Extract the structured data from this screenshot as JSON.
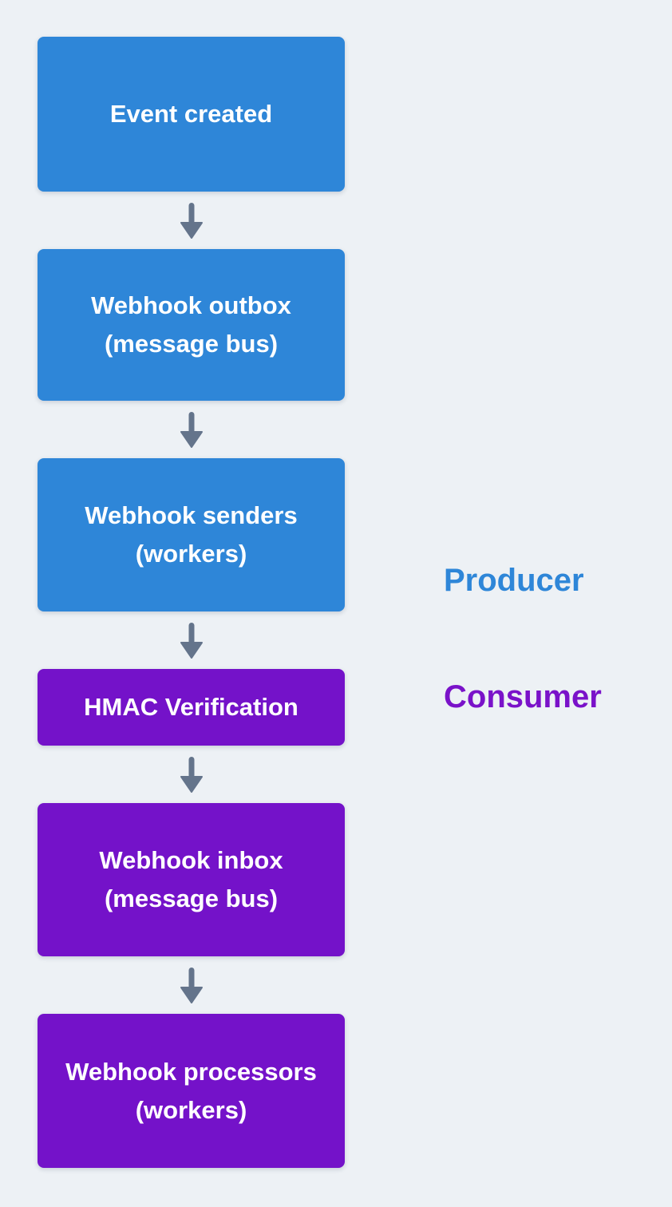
{
  "colors": {
    "background": "#edf1f5",
    "producer_box": "#2e86d8",
    "consumer_box": "#7412c9",
    "arrow": "#64748b",
    "producer_label": "#2e86d8",
    "consumer_label": "#7a12c9",
    "box_text": "#ffffff"
  },
  "diagram": {
    "type": "flowchart",
    "direction": "top-to-bottom",
    "nodes": [
      {
        "id": "event-created",
        "lines": [
          "Event created"
        ],
        "section": "producer"
      },
      {
        "id": "webhook-outbox",
        "lines": [
          "Webhook outbox",
          "(message bus)"
        ],
        "section": "producer"
      },
      {
        "id": "webhook-senders",
        "lines": [
          "Webhook senders",
          "(workers)"
        ],
        "section": "producer"
      },
      {
        "id": "hmac-verification",
        "lines": [
          "HMAC Verification"
        ],
        "section": "consumer"
      },
      {
        "id": "webhook-inbox",
        "lines": [
          "Webhook inbox",
          "(message bus)"
        ],
        "section": "consumer"
      },
      {
        "id": "webhook-processors",
        "lines": [
          "Webhook processors",
          "(workers)"
        ],
        "section": "consumer"
      }
    ],
    "connections": [
      {
        "from": "event-created",
        "to": "webhook-outbox"
      },
      {
        "from": "webhook-outbox",
        "to": "webhook-senders"
      },
      {
        "from": "webhook-senders",
        "to": "hmac-verification"
      },
      {
        "from": "hmac-verification",
        "to": "webhook-inbox"
      },
      {
        "from": "webhook-inbox",
        "to": "webhook-processors"
      }
    ],
    "side_labels": [
      {
        "text": "Producer",
        "section": "producer"
      },
      {
        "text": "Consumer",
        "section": "consumer"
      }
    ]
  }
}
